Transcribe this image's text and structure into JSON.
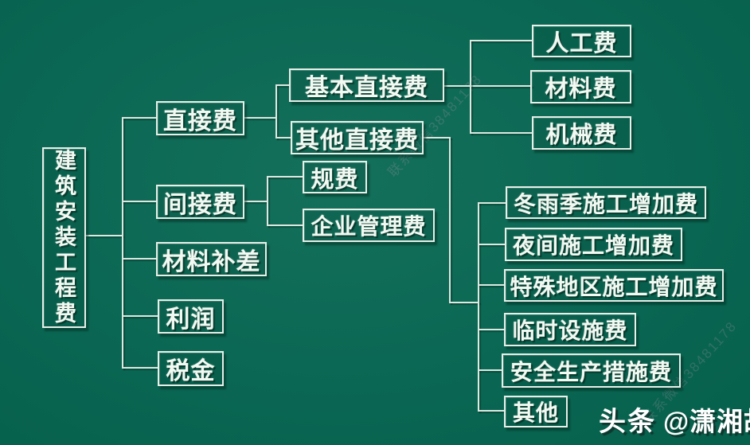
{
  "tree": {
    "root": {
      "label": "建筑安装工程费"
    },
    "direct_fee": {
      "label": "直接费"
    },
    "basic_direct_fee": {
      "label": "基本直接费"
    },
    "labor_fee": {
      "label": "人工费"
    },
    "material_fee": {
      "label": "材料费"
    },
    "machinery_fee": {
      "label": "机械费"
    },
    "other_direct_fee": {
      "label": "其他直接费"
    },
    "winter_rain_fee": {
      "label": "冬雨季施工增加费"
    },
    "night_work_fee": {
      "label": "夜间施工增加费"
    },
    "special_area_fee": {
      "label": "特殊地区施工增加费"
    },
    "temp_facility_fee": {
      "label": "临时设施费"
    },
    "safety_measure_fee": {
      "label": "安全生产措施费"
    },
    "other_fee": {
      "label": "其他"
    },
    "indirect_fee": {
      "label": "间接费"
    },
    "regulation_fee": {
      "label": "规费"
    },
    "management_fee": {
      "label": "企业管理费"
    },
    "material_diff": {
      "label": "材料补差"
    },
    "profit": {
      "label": "利润"
    },
    "tax": {
      "label": "税金"
    }
  },
  "brand": {
    "logo": "头条",
    "handle": "@潇湘故事"
  },
  "watermark": {
    "text": "联系微信38481178"
  },
  "colors": {
    "background": "#0a6753",
    "line": "#dde8e1",
    "box_border": "#e7efe9",
    "text": "#f2f9f3"
  }
}
